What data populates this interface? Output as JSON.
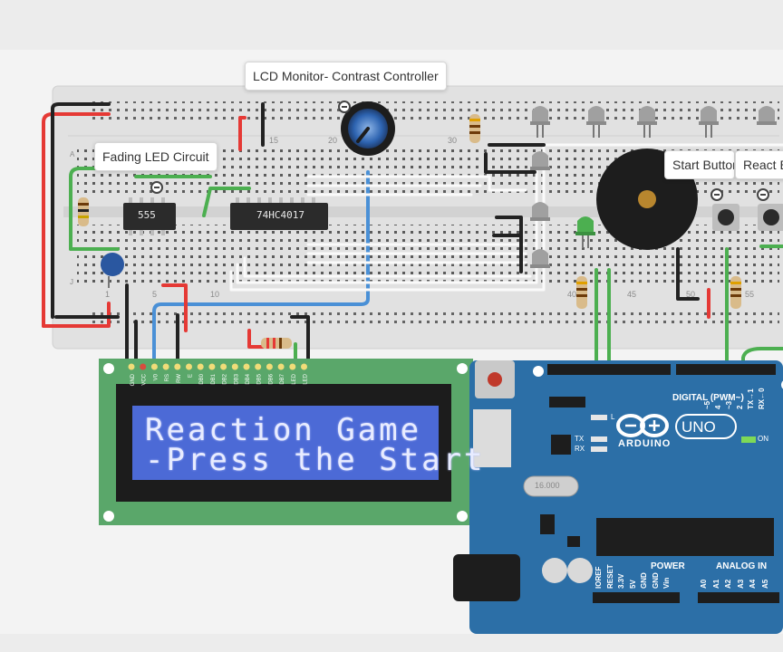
{
  "tooltips": {
    "lcd": "LCD Monitor- Contrast Controller",
    "fading": "Fading LED Circuit",
    "start": "Start Button",
    "react": "React Button"
  },
  "chips": {
    "timer": "555",
    "counter": "74HC4017"
  },
  "lcd": {
    "line1": "Reaction Game",
    "line2": "-Press the Start",
    "pin_labels": [
      "GND",
      "VCC",
      "V0",
      "RS",
      "RW",
      "E",
      "DB0",
      "DB1",
      "DB2",
      "DB3",
      "DB4",
      "DB5",
      "DB6",
      "DB7",
      "LED",
      "LED"
    ]
  },
  "breadboard": {
    "top_numbers": [
      "15",
      "20",
      "30"
    ],
    "bottom_numbers": [
      "1",
      "5",
      "10",
      "40",
      "45",
      "50",
      "55"
    ],
    "row_letters": [
      "A",
      "J"
    ]
  },
  "arduino": {
    "brand": "ARDUINO",
    "model": "UNO",
    "digital_label": "DIGITAL (PWM~)",
    "digital_pins": [
      "~5",
      "4",
      "~3",
      "2",
      "TX→1",
      "RX←0"
    ],
    "power_label": "POWER",
    "analog_label": "ANALOG IN",
    "power_pins": [
      "IOREF",
      "RESET",
      "3.3V",
      "5V",
      "GND",
      "GND",
      "Vin"
    ],
    "analog_pins": [
      "A0",
      "A1",
      "A2",
      "A3",
      "A4",
      "A5"
    ],
    "led_labels": [
      "L",
      "TX",
      "RX"
    ],
    "on_label": "ON",
    "crystal": "16.000"
  }
}
